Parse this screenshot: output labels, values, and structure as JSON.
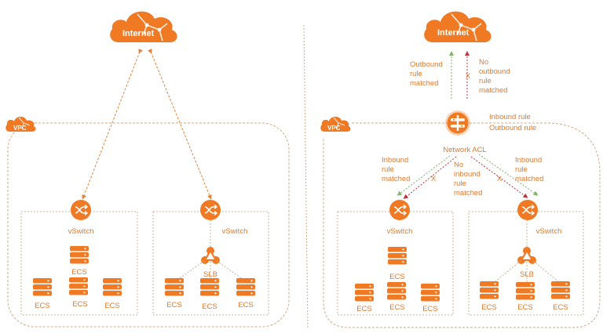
{
  "colors": {
    "accent": "#f07a24",
    "label": "#e07a2e",
    "dash": "#d4a982",
    "inbound_ok": "#7fb26a",
    "blocked": "#c4303a"
  },
  "left": {
    "internet_label": "Internet",
    "vpc_label": "VPC",
    "vswitch_a": {
      "label": "vSwitch",
      "top_ecs": "ECS",
      "ecs": [
        "ECS",
        "ECS",
        "ECS"
      ]
    },
    "vswitch_b": {
      "label": "vSwitch",
      "slb": "SLB",
      "ecs": [
        "ECS",
        "ECS",
        "ECS"
      ]
    }
  },
  "right": {
    "internet_label": "Internet",
    "vpc_label": "VPC",
    "outbound_matched": [
      "Outbound",
      "rule",
      "matched"
    ],
    "outbound_not_matched": [
      "No",
      "outbound",
      "rule",
      "matched"
    ],
    "acl_rules": [
      "Inbound rule",
      "Outbound rule"
    ],
    "acl_label": "Network ACL",
    "inbound_matched_left": [
      "Inbound",
      "rule",
      "matched"
    ],
    "inbound_not_matched": [
      "No",
      "inbound",
      "rule",
      "matched"
    ],
    "inbound_matched_right": [
      "Inbound",
      "rule",
      "matched"
    ],
    "blocked_mark": "X",
    "vswitch_a": {
      "label": "vSwitch",
      "top_ecs": "ECS",
      "ecs": [
        "ECS",
        "ECS",
        "ECS"
      ]
    },
    "vswitch_b": {
      "label": "vSwitch",
      "slb": "SLB",
      "ecs": [
        "ECS",
        "ECS",
        "ECS"
      ]
    }
  }
}
